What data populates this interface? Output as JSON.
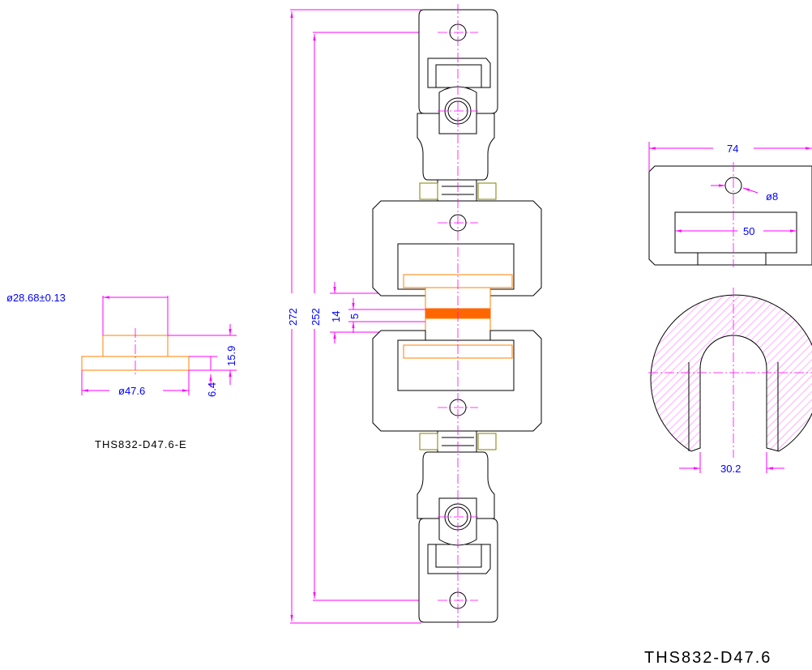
{
  "left_view": {
    "dim_bore": "ø28.68±0.13",
    "dim_outer": "ø47.6",
    "dim_height": "15.9",
    "dim_flange": "6.4",
    "part_label": "THS832-D47.6-E"
  },
  "center_view": {
    "dim_total": "272",
    "dim_pins": "252",
    "dim_gap": "14",
    "dim_specimen": "5"
  },
  "right_view": {
    "dim_width": "74",
    "dim_hole": "ø8",
    "dim_slot": "50",
    "dim_opening": "30.2"
  },
  "footer": {
    "drawing_title": "THS832-D47.6"
  },
  "colors": {
    "outline": "#000000",
    "dimension_line": "#ff00ff",
    "dimension_text": "#0000ff",
    "specimen": "#ff8000",
    "specimen_fill": "#ff6600",
    "nut": "#808000"
  }
}
